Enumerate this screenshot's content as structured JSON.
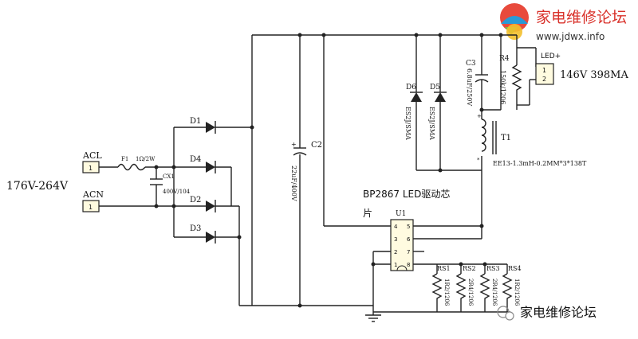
{
  "watermark": {
    "site_name": "家电维修论坛",
    "url": "www.jdwx.info",
    "bottom_label": "家电维修论坛"
  },
  "input": {
    "voltage": "176V-264V",
    "acl": {
      "label": "ACL",
      "pin": "1"
    },
    "acn": {
      "label": "ACN",
      "pin": "1"
    }
  },
  "fuse": {
    "ref": "F1",
    "value": "1Ω/2W"
  },
  "cx1": {
    "ref": "CX1",
    "value": "400V/104"
  },
  "diodes": {
    "d1": "D1",
    "d2": "D2",
    "d3": "D3",
    "d4": "D4",
    "d5": "D5",
    "d6": "D6"
  },
  "d6_value": "ES2J/SMA",
  "d5_value": "ES2J/SMA",
  "c2": {
    "ref": "C2",
    "value": "22uF/400V"
  },
  "c3": {
    "ref": "C3",
    "value": "6.8uF/250V"
  },
  "r4": {
    "ref": "R4",
    "value": "150k/1206"
  },
  "output": {
    "label": "LED+",
    "pin1": "1",
    "pin2": "2",
    "spec": "146V 398MA"
  },
  "transformer": {
    "ref": "T1",
    "value": "EE13-1.3mH-0.2MM*3*138T"
  },
  "chip": {
    "title_line1": "BP2867 LED驱动芯",
    "title_line2": "片",
    "ref": "U1",
    "pins": [
      "4",
      "5",
      "3",
      "6",
      "2",
      "7",
      "1",
      "8"
    ]
  },
  "sense_resistors": [
    {
      "ref": "RS1",
      "value": "1R2/1206"
    },
    {
      "ref": "RS2",
      "value": "2R4/1206"
    },
    {
      "ref": "RS3",
      "value": "2R4/1206"
    },
    {
      "ref": "RS4",
      "value": "1R2/1206"
    }
  ]
}
